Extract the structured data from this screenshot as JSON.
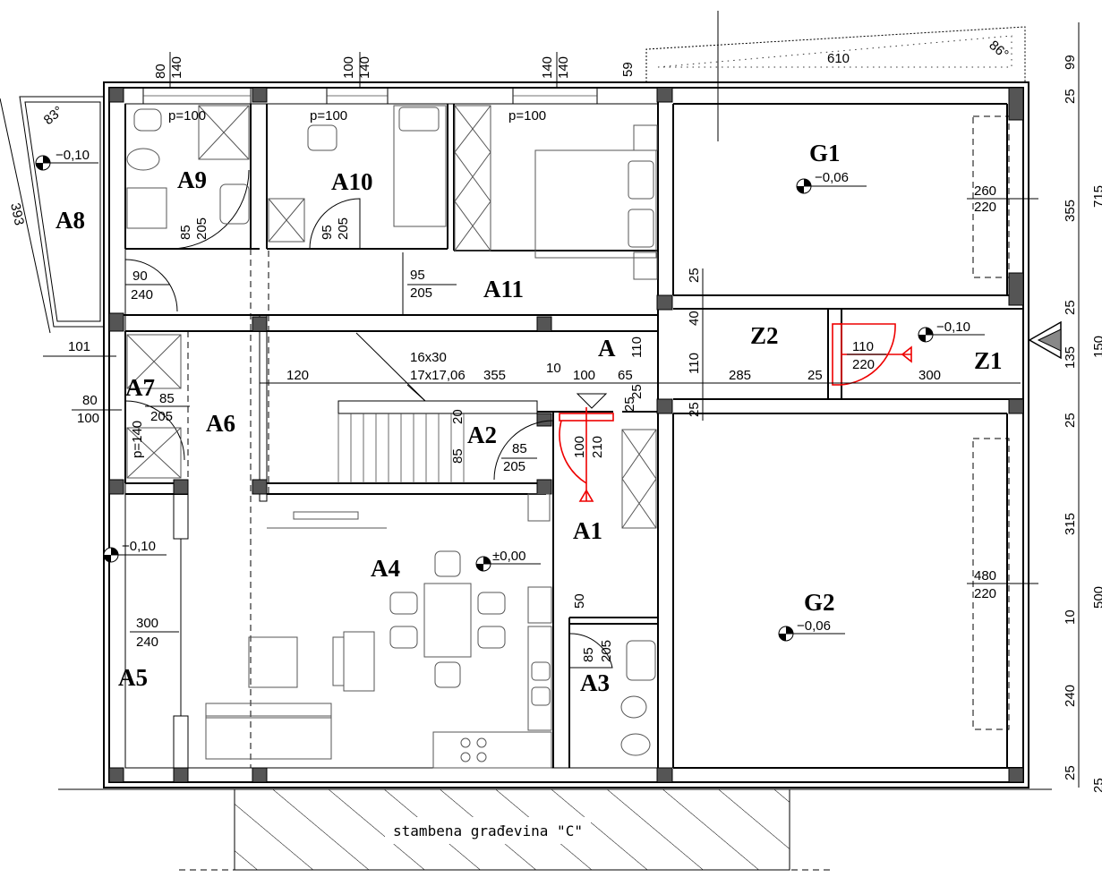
{
  "rooms": {
    "A": "A",
    "A1": "A1",
    "A2": "A2",
    "A3": "A3",
    "A4": "A4",
    "A5": "A5",
    "A6": "A6",
    "A7": "A7",
    "A8": "A8",
    "A9": "A9",
    "A10": "A10",
    "A11": "A11",
    "G1": "G1",
    "G2": "G2",
    "Z1": "Z1",
    "Z2": "Z2"
  },
  "levels": {
    "a8": "−0,10",
    "g1": "−0,06",
    "z1": "−0,10",
    "a5": "−0,10",
    "a4": "±0,00",
    "g2": "−0,06"
  },
  "labels": {
    "p_a9": "p=100",
    "p_a10": "p=100",
    "p_a11": "p=100",
    "neighbour": "stambena građevina \"C\"",
    "stairs1": "16x30",
    "stairs2": "17x17,06",
    "ang83": "83°",
    "ang86": "86°"
  },
  "dims": {
    "top_80": "80",
    "top_140a": "140",
    "top_100": "100",
    "top_140b": "140",
    "top_140c": "140",
    "top_140d": "140",
    "top_59": "59",
    "top_610": "610",
    "r_99": "99",
    "r_25a": "25",
    "r_355": "355",
    "r_715": "715",
    "r_25b": "25",
    "r_150": "150",
    "r_135": "135",
    "r_25c": "25",
    "r_315": "315",
    "r_500": "500",
    "r_10": "10",
    "r_240": "240",
    "r_25d": "25",
    "r_25e": "25",
    "l_393": "393",
    "l_101": "101",
    "g1_w": "260",
    "g1_h": "220",
    "g2_w": "480",
    "g2_h": "220",
    "a11_d_w": "95",
    "a11_d_h": "205",
    "a9_d_w": "85",
    "a9_d_h": "205",
    "a10_d_w": "95",
    "a10_d_h": "205",
    "a6_d_w": "90",
    "a6_d_h": "240",
    "a7_d_w": "85",
    "a7_d_h": "205",
    "a7_w_w": "80",
    "a7_w_h": "100",
    "a7_p": "p=140",
    "a2_d_w": "85",
    "a2_d_h": "205",
    "a2_v85": "85",
    "a2_v20": "20",
    "ent_100": "100",
    "ent_210": "210",
    "a3_d_w": "85",
    "a3_d_h": "205",
    "a3_50": "50",
    "a5_w": "300",
    "a5_h": "240",
    "h_120": "120",
    "h_355": "355",
    "h_10": "10",
    "h_100": "100",
    "h_65": "65",
    "h_110": "110",
    "v_25a": "25",
    "v_25b": "25",
    "z_25a": "25",
    "z_40": "40",
    "z_110": "110",
    "z_25b": "25",
    "z_285": "285",
    "z_25c": "25",
    "z_300": "300",
    "z1_d_w": "110",
    "z1_d_h": "220"
  },
  "colors": {
    "wall": "#000000",
    "entry": "#e00000",
    "column": "#555555"
  }
}
